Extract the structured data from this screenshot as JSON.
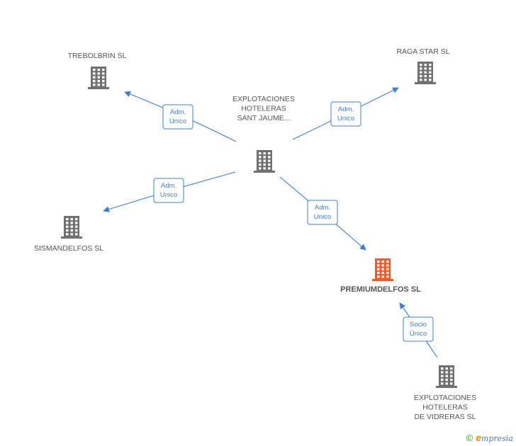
{
  "nodes": [
    {
      "id": "center",
      "label_lines": [
        "EXPLOTACIONES",
        "HOTELERAS",
        "SANT JAUME..."
      ],
      "color": "#707070"
    },
    {
      "id": "trebolbrin",
      "label_lines": [
        "TREBOLBRIN SL"
      ],
      "color": "#707070"
    },
    {
      "id": "ragastar",
      "label_lines": [
        "RAGA STAR SL"
      ],
      "color": "#707070"
    },
    {
      "id": "sismandelfos",
      "label_lines": [
        "SISMANDELFOS SL"
      ],
      "color": "#707070"
    },
    {
      "id": "premiumdelfos",
      "label_lines": [
        "PREMIUMDELFOS SL"
      ],
      "color": "#f05a28",
      "focus": true
    },
    {
      "id": "vidreras",
      "label_lines": [
        "EXPLOTACIONES",
        "HOTELERAS",
        "DE VIDRERAS SL"
      ],
      "color": "#707070"
    }
  ],
  "edges": [
    {
      "from": "center",
      "to": "trebolbrin",
      "label_lines": [
        "Adm.",
        "Unico"
      ]
    },
    {
      "from": "center",
      "to": "ragastar",
      "label_lines": [
        "Adm.",
        "Unico"
      ]
    },
    {
      "from": "center",
      "to": "sismandelfos",
      "label_lines": [
        "Adm.",
        "Unico"
      ]
    },
    {
      "from": "center",
      "to": "premiumdelfos",
      "label_lines": [
        "Adm.",
        "Unico"
      ]
    },
    {
      "from": "vidreras",
      "to": "premiumdelfos",
      "label_lines": [
        "Socio",
        "Único"
      ]
    }
  ],
  "footer": {
    "copyright": "©",
    "brand_first": "e",
    "brand_rest": "mpresia"
  },
  "colors": {
    "edge": "#3b7fd4",
    "building": "#707070",
    "building_focus": "#f05a28"
  }
}
